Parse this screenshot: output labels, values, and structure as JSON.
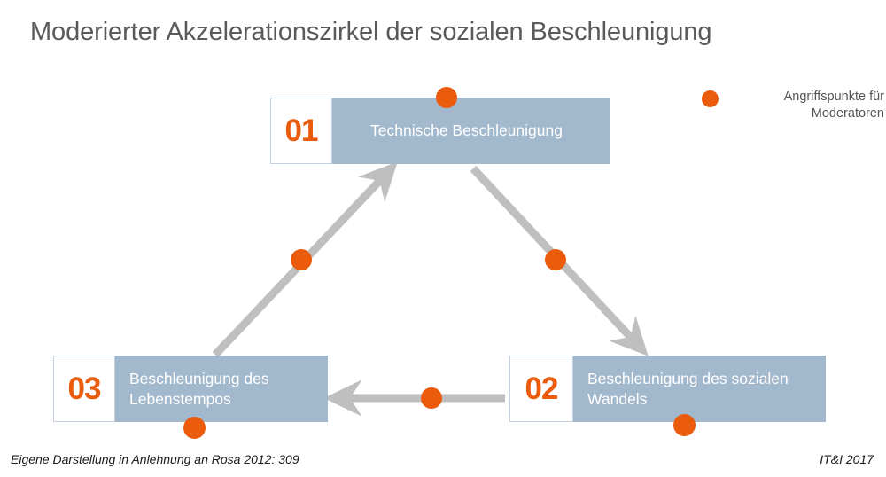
{
  "title": "Moderierter Akzelerationszirkel der sozialen Beschleunigung",
  "colors": {
    "accent_orange": "#ea5b0c",
    "box_blue": "#a2b8cc",
    "arrow_gray": "#bfbfbf",
    "title_gray": "#5a5a5a"
  },
  "steps": [
    {
      "number": "01",
      "label": "Technische Beschleunigung"
    },
    {
      "number": "02",
      "label": "Beschleunigung des sozialen Wandels"
    },
    {
      "number": "03",
      "label": "Beschleunigung des Lebenstempos"
    }
  ],
  "legend": {
    "marker": "orange-dot",
    "text": "Angriffspunkte für Moderatoren"
  },
  "footer": {
    "left": "Eigene Darstellung in Anlehnung an Rosa 2012: 309",
    "right": "IT&I 2017"
  },
  "arrows": [
    {
      "name": "arrow-01-to-02",
      "from": "01",
      "to": "02",
      "direction": "down-right"
    },
    {
      "name": "arrow-02-to-03",
      "from": "02",
      "to": "03",
      "direction": "left"
    },
    {
      "name": "arrow-03-to-01",
      "from": "03",
      "to": "01",
      "direction": "up-right"
    }
  ]
}
